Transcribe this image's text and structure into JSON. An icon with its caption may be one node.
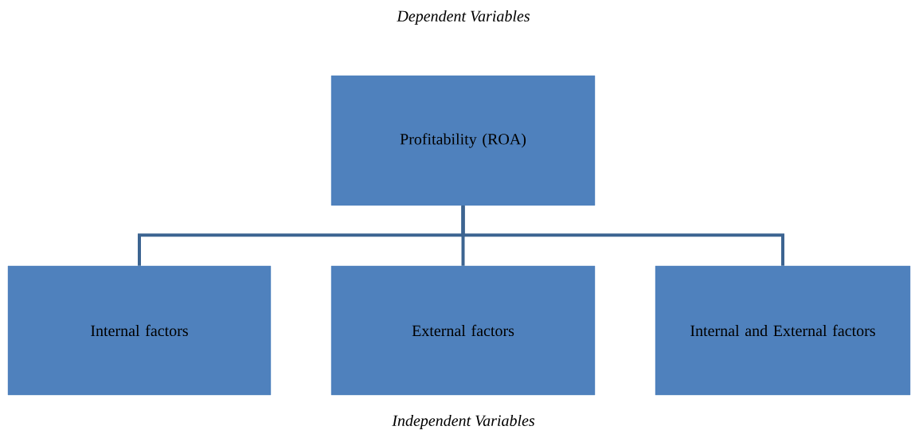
{
  "diagram": {
    "title": "Dependent Variables",
    "nodes": [
      {
        "text": [
          "Profitability (ROA)"
        ]
      },
      {
        "text": [
          "Internal factors"
        ]
      },
      {
        "text": [
          "External factors"
        ]
      },
      {
        "text": [
          "Internal and External factors"
        ]
      }
    ],
    "edges": [
      {
        "from": 0,
        "to": 1,
        "arrow": "none"
      },
      {
        "from": 0,
        "to": 2,
        "arrow": "none"
      },
      {
        "from": 0,
        "to": 3,
        "arrow": "none"
      }
    ],
    "caption": "Independent Variables"
  }
}
